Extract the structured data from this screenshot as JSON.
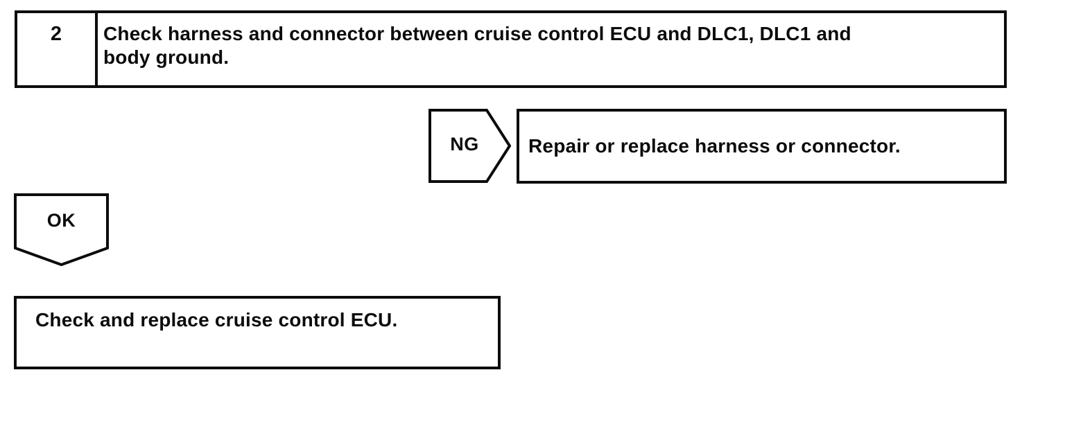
{
  "flowchart": {
    "step": {
      "number": "2",
      "instruction": "Check harness and connector between cruise control ECU and DLC1, DLC1 and\nbody ground."
    },
    "ng_connector": {
      "label": "NG"
    },
    "ng_action": {
      "text": "Repair or replace harness or connector."
    },
    "ok_connector": {
      "label": "OK"
    },
    "result": {
      "text": "Check and replace cruise control ECU."
    }
  },
  "colors": {
    "line": "#0c0c0c",
    "background": "#ffffff",
    "text": "#0c0c0c"
  }
}
